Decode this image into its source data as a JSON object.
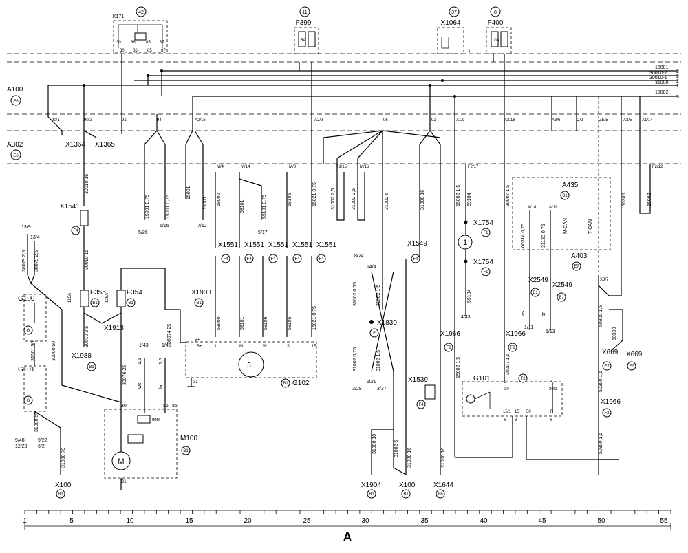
{
  "top_refs": [
    {
      "num": "42",
      "label": "K171"
    },
    {
      "num": "11",
      "label": "F399"
    },
    {
      "num": "37",
      "label": "X1064"
    },
    {
      "num": "8",
      "label": "F400"
    }
  ],
  "k171_pins": {
    "p30": "30",
    "p86": "86",
    "p85": "85",
    "p87": "87",
    "p30b": "30",
    "p86b": "86",
    "p85b": "85",
    "p87b": "87"
  },
  "fuses": {
    "f399_rating": "5A",
    "f400_rating": "10A",
    "f355": "F355",
    "f355_rating": "125A",
    "f354": "F354",
    "f354_rating": "125A"
  },
  "bus": [
    {
      "code": "15001",
      "num": "2"
    },
    {
      "code": "30010-2",
      "num": "2"
    },
    {
      "code": "30010-1",
      "num": "2"
    },
    {
      "code": "31000",
      "num": "2"
    },
    {
      "code": "15002",
      "num": "5"
    }
  ],
  "rails": [
    {
      "name": "A100",
      "code": "E6"
    },
    {
      "name": "A302",
      "code": "E6"
    }
  ],
  "pins_row1": [
    "90/1",
    "90/2",
    "91",
    "94",
    "A2/15",
    "A2/9",
    "96",
    "92",
    "A1/9",
    "A2/18",
    "A3/6",
    "C/2",
    "ZE/5",
    "A3/5",
    "A1/14"
  ],
  "connectors": {
    "x1364": "X1364",
    "x1365": "X1365",
    "x1541": "X1541",
    "x1541_code": "F4",
    "x1913": "X1913",
    "x1913_code": "B1",
    "x1988": "X1988",
    "x1988_code": "B1",
    "x1903": "X1903",
    "x1903_code": "B1",
    "x1551": "X1551",
    "x1549": "X1549",
    "x1830": "X1830",
    "x1830_code": "F",
    "x1754": "X1754",
    "x1754_code": "F1",
    "x2549": "X2549",
    "x2549_code": "B1",
    "x1966": "X1966",
    "x1966_code": "F2",
    "x669": "X669",
    "x669_code": "E7",
    "x1539": "X1539",
    "x1539_code": "F4",
    "x1904": "X1904",
    "x1904_code": "B1",
    "x100": "X100",
    "x100_code": "B1",
    "x1644": "X1644",
    "x1644_code": "E6",
    "f4": "F4",
    "b1": "B1",
    "f2": "F2",
    "e7": "E7",
    "f1": "F1"
  },
  "wires": {
    "w15001_075a": "15001  0,75",
    "w15001_075b": "15001  0,75",
    "w15001": "15001",
    "w15001b": "15001",
    "w59000": "59000",
    "w59101": "59101",
    "w59101_075": "59101  0,75",
    "w59105": "59105",
    "w15021": "15021  0,75",
    "w31002_25a": "31002  2,5",
    "w31002_25b": "31002  2,5",
    "w31002_6": "31002  6",
    "w31000_16": "31000  16",
    "w15002_15": "15002  1,5",
    "w59104": "59104",
    "w30007_15": "30007  1,5",
    "w15002": "15002",
    "w50300": "50300",
    "w30010_16a": "30010  16",
    "w30010_16b": "30010  16",
    "w30079_25a": "30079  2,5",
    "w30079_25b": "30079  2,5",
    "w30010_25": "30010  2,5",
    "w30074_25": "30074  25",
    "w30076_25": "30076  25",
    "w30000_50": "30000  50",
    "w31501_50": "31501  50",
    "w31000_50": "31000  50",
    "w31000_70": "31000  70",
    "w60314_075": "60314  0,75",
    "w31130_075": "31130  0,75",
    "w31002_075a": "31002  0,75",
    "w31002_15a": "31002  1,5",
    "w31002_075b": "31002  0,75",
    "w31002_15b": "31002  1,5",
    "w15002_15b": "15002  1,5",
    "w30007_15b": "30007  1,5",
    "w31000_10": "31000  10",
    "w31002_6b": "31002  6",
    "w31000_16b": "31000  16",
    "w31000_16c": "31000  16",
    "w50300_15": "50300  1,5",
    "w50300_15b": "50300  1,5",
    "w50300_15c": "50300  1,5",
    "w59000b": "59000",
    "w59101b": "59101",
    "w59106": "59106",
    "w59105b": "59105",
    "w15021b": "15021  0,75",
    "w59104b": "59104",
    "w15": "1,5",
    "w15b": "1,5",
    "ws": "ws",
    "br": "br",
    "ws2": "ws",
    "br2": "br"
  },
  "refs": {
    "r5_26": "5/26",
    "r6_16": "6/16",
    "r7_12": "7/12",
    "r5_17": "5/17",
    "r13_9": "13/9",
    "r13_4": "13/4",
    "r8_24": "8/24",
    "r14_4": "14/4",
    "r10_1": "10/1",
    "r3_28": "3/28",
    "r3_37": "3/37",
    "r4_43": "4/43",
    "r1_11": "1/11",
    "r1_13": "1/13",
    "r1_43": "1/43",
    "r1_45": "1/45",
    "r9_48": "9/48",
    "r9_22": "9/22",
    "r12_29": "12/29",
    "r6_2": "6/2",
    "a435": "A435",
    "a435_code": "B1",
    "a403": "A403",
    "a403_code": "E7",
    "m_can": "M-CAN",
    "t_can": "T-CAN",
    "x3_7": "X3/7",
    "m4": "M/4",
    "m14": "M/14",
    "m8": "M/8",
    "r1_15": "R1/15",
    "m16": "M/16",
    "f2_17": "F2/17",
    "f2_12": "F2/12",
    "a16": "A/16",
    "a19": "A/19"
  },
  "batteries": {
    "g100": "G100",
    "g101": "G101",
    "g100_code": "G",
    "g101_code": "G"
  },
  "alternator": {
    "name": "G102",
    "code": "B1",
    "pins": [
      "B+",
      "L",
      "M",
      "W",
      "S",
      "15"
    ],
    "b_plus": "B+",
    "ground": "31"
  },
  "starter": {
    "name": "M100",
    "code": "B1",
    "relay": "IMR",
    "pin30": "30",
    "pin86": "86",
    "pin85": "85",
    "pin31": "31",
    "motor": "M"
  },
  "g101_unit": {
    "name": "G101",
    "code": "F2",
    "pins": [
      "2",
      "4",
      "30",
      "30/1",
      "15/1",
      "15",
      "50",
      "R",
      "5",
      "3",
      "6"
    ]
  },
  "callout": "1",
  "scale": {
    "ticks": [
      "1",
      "5",
      "10",
      "15",
      "20",
      "25",
      "30",
      "35",
      "40",
      "45",
      "50",
      "55"
    ],
    "label": "A"
  }
}
